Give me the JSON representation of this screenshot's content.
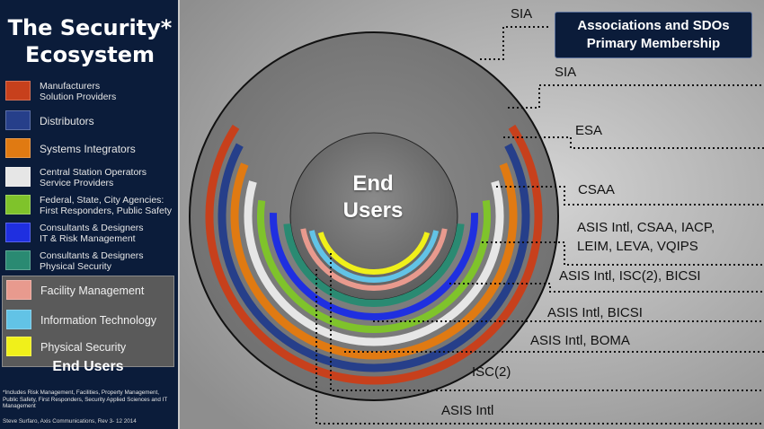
{
  "title": "The Security*\nEcosystem",
  "legend": [
    {
      "label": "Manufacturers\nSolution Providers",
      "color": "#c7401c"
    },
    {
      "label": "Distributors",
      "color": "#263f8a"
    },
    {
      "label": "Systems Integrators",
      "color": "#e07a12"
    },
    {
      "label": "Central Station Operators\nService Providers",
      "color": "#e6e6e6"
    },
    {
      "label": "Federal, State, City Agencies:\nFirst Responders, Public Safety",
      "color": "#7fc32b"
    },
    {
      "label": "Consultants & Designers\nIT & Risk Management",
      "color": "#1f2fe0"
    },
    {
      "label": "Consultants & Designers\nPhysical Security",
      "color": "#2a8a72"
    }
  ],
  "end_users": {
    "title": "End Users",
    "items": [
      {
        "label": "Facility Management",
        "color": "#e89a8e"
      },
      {
        "label": "Information Technology",
        "color": "#62c3e6"
      },
      {
        "label": "Physical Security",
        "color": "#f0f01a"
      }
    ]
  },
  "footnote": "*Includes Risk Management, Facilities, Property Management, Public Safety, First Responders, Security Applied Sciences and IT Management",
  "credit": "Steve Surfaro, Axis Communications, Rev 3- 12 2014",
  "center_label": "End\nUsers",
  "associations_box": "Associations and SDOs\nPrimary Membership",
  "orgs": [
    "SIA",
    "SIA",
    "ESA",
    "CSAA",
    "ASIS Intl, CSAA, IACP,\nLEIM, LEVA, VQIPS",
    "ASIS Intl, ISC(2), BICSI",
    "ASIS Intl, BICSI",
    "ASIS Intl, BOMA",
    "ISC(2)",
    "ASIS Intl"
  ]
}
